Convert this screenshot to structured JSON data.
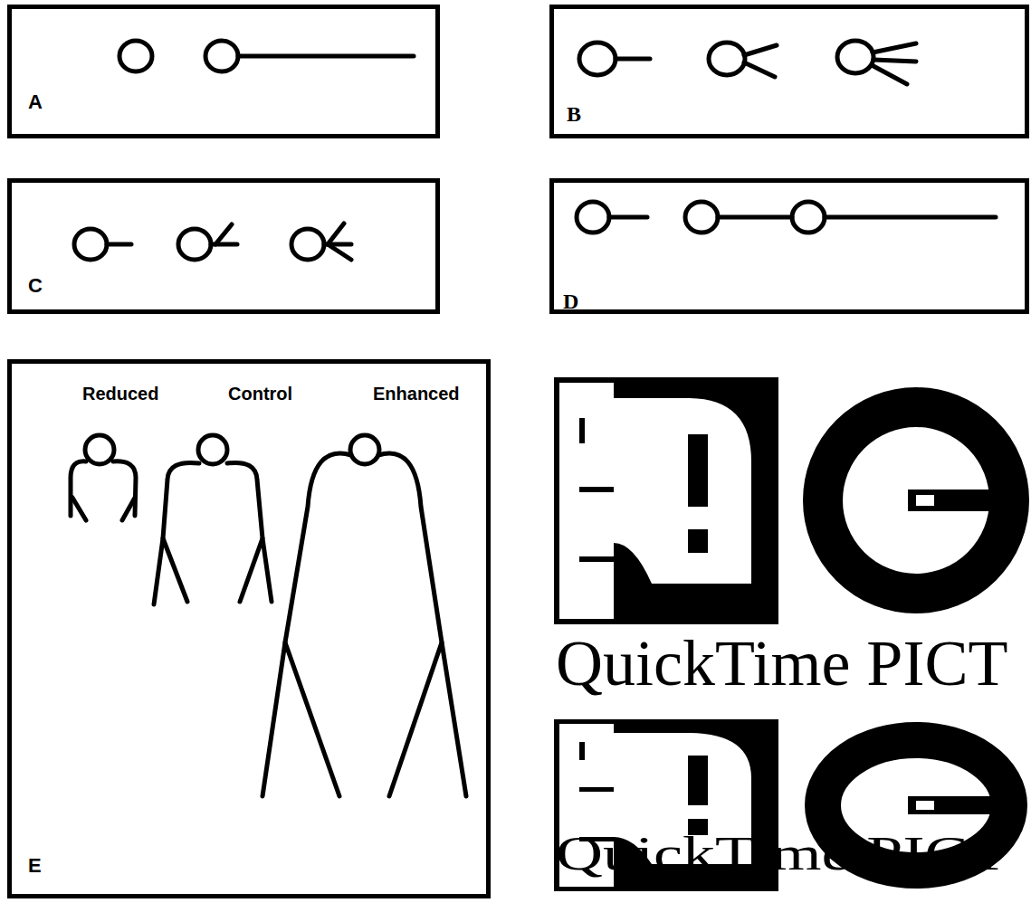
{
  "diagram": {
    "nodes": [
      {
        "text": [
          "A"
        ]
      },
      {
        "text": [
          "B"
        ]
      },
      {
        "text": [
          "C"
        ]
      },
      {
        "text": [
          "D"
        ]
      },
      {
        "text": [
          "E"
        ]
      }
    ],
    "labels": [
      "Reduced",
      "Control",
      "Enhanced",
      "QuickTime PICT",
      "QuickTime PICT"
    ]
  }
}
